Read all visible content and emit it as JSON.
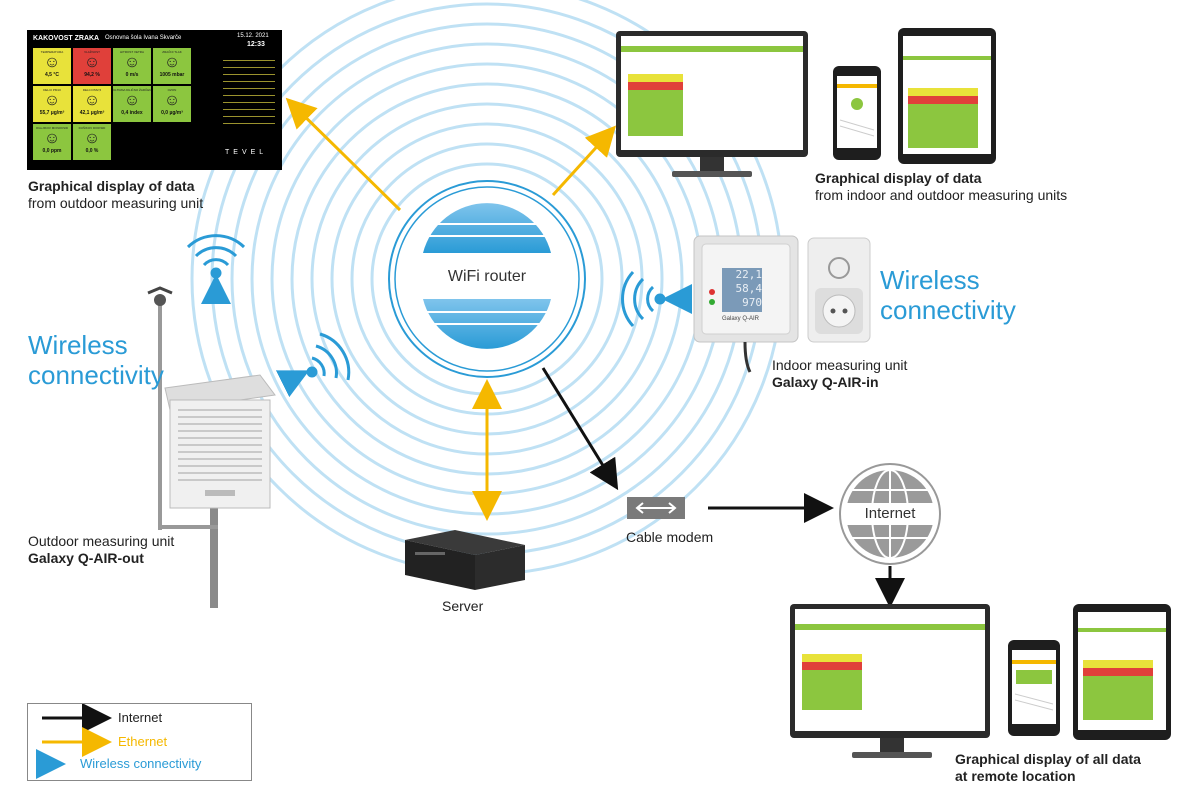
{
  "wifi_router": {
    "label": "WiFi router"
  },
  "outdoor_display": {
    "header_title": "KAKOVOST ZRAKA",
    "header_location": "Osnovna šola Ivana Skvarče",
    "header_date": "15.12. 2021",
    "header_time": "12:33",
    "tiles": [
      {
        "label": "TEMPERATURA",
        "value": "4,5 °C",
        "color": "#e8e23a"
      },
      {
        "label": "VLAŽNOST",
        "value": "94,2 %",
        "color": "#e0403a"
      },
      {
        "label": "HITROST VETRA",
        "value": "0 m/s",
        "color": "#8cc63f"
      },
      {
        "label": "ZRAČNI TLAK",
        "value": "1005 mbar",
        "color": "#8cc63f"
      },
      {
        "label": "DELCI PM10",
        "value": "55,7 µg/m³",
        "color": "#e8e23a"
      },
      {
        "label": "DELCI PM2,5",
        "value": "42,1 µg/m³",
        "color": "#e8e23a"
      },
      {
        "label": "ULTRAVIJOLIČNO ŽARČENJE",
        "value": "0,4 index",
        "color": "#8cc63f"
      },
      {
        "label": "OZON",
        "value": "0,0 µg/m³",
        "color": "#8cc63f"
      },
      {
        "label": "OGLJIKOV MONOKSID",
        "value": "0,0 ppm",
        "color": "#8cc63f"
      },
      {
        "label": "DUŠIKOV DIOKSID",
        "value": "0,0 %",
        "color": "#8cc63f"
      }
    ],
    "brand": "TEVEL"
  },
  "labels": {
    "outdoor_display_title": "Graphical display of data",
    "outdoor_display_sub": "from outdoor measuring unit",
    "indoor_display_title": "Graphical display of data",
    "indoor_display_sub": "from indoor and outdoor measuring units",
    "wireless_left_1": "Wireless",
    "wireless_left_2": "connectivity",
    "wireless_right_1": "Wireless",
    "wireless_right_2": "connectivity",
    "indoor_unit_1": "Indoor measuring unit",
    "indoor_unit_2": "Galaxy Q-AIR-in",
    "outdoor_unit_1": "Outdoor measuring unit",
    "outdoor_unit_2": "Galaxy Q-AIR-out",
    "server": "Server",
    "cable_modem": "Cable modem",
    "internet": "Internet",
    "remote_1": "Graphical display of all data",
    "remote_2": "at remote location"
  },
  "indoor_unit_screen": {
    "v1": "22,1",
    "v2": "58,4",
    "v3": "970",
    "brand": "Galaxy Q-AIR"
  },
  "legend": {
    "internet": "Internet",
    "ethernet": "Ethernet",
    "wireless": "Wireless connectivity"
  },
  "colors": {
    "wireless": "#2a9bd6",
    "ethernet": "#f5b800",
    "internet": "#111111",
    "screen_green": "#8cc63f"
  }
}
